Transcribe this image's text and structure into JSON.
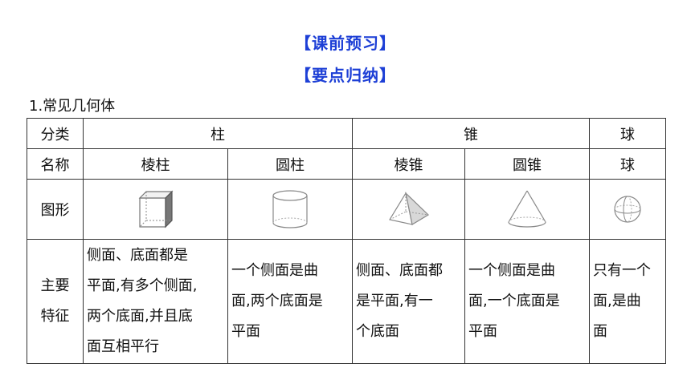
{
  "headings": {
    "preview": "【课前预习】",
    "summary": "【要点归纳】"
  },
  "section": {
    "title": "1.常见几何体"
  },
  "table": {
    "row_category": {
      "label": "分类",
      "pillar": "柱",
      "cone": "锥",
      "sphere": "球"
    },
    "row_name": {
      "label": "名称",
      "prism": "棱柱",
      "cylinder": "圆柱",
      "pyramid": "棱锥",
      "cone": "圆锥",
      "sphere": "球"
    },
    "row_figure": {
      "label": "图形",
      "icons": [
        "cube-icon",
        "cylinder-icon",
        "pyramid-icon",
        "cone-icon",
        "sphere-icon"
      ]
    },
    "row_feature": {
      "label_line1": "主要",
      "label_line2": "特征",
      "prism": [
        "侧面、底面都是",
        "平面,有多个侧面,",
        "两个底面,并且底",
        "面互相平行"
      ],
      "cylinder": [
        "一个侧面是曲",
        "面,两个底面是",
        "平面"
      ],
      "pyramid": [
        "侧面、底面都",
        "是平面,有一",
        "个底面"
      ],
      "cone": [
        "一个侧面是曲",
        "面,一个底面是",
        "平面"
      ],
      "sphere": [
        "只有一个",
        "面,是曲",
        "面"
      ]
    }
  }
}
